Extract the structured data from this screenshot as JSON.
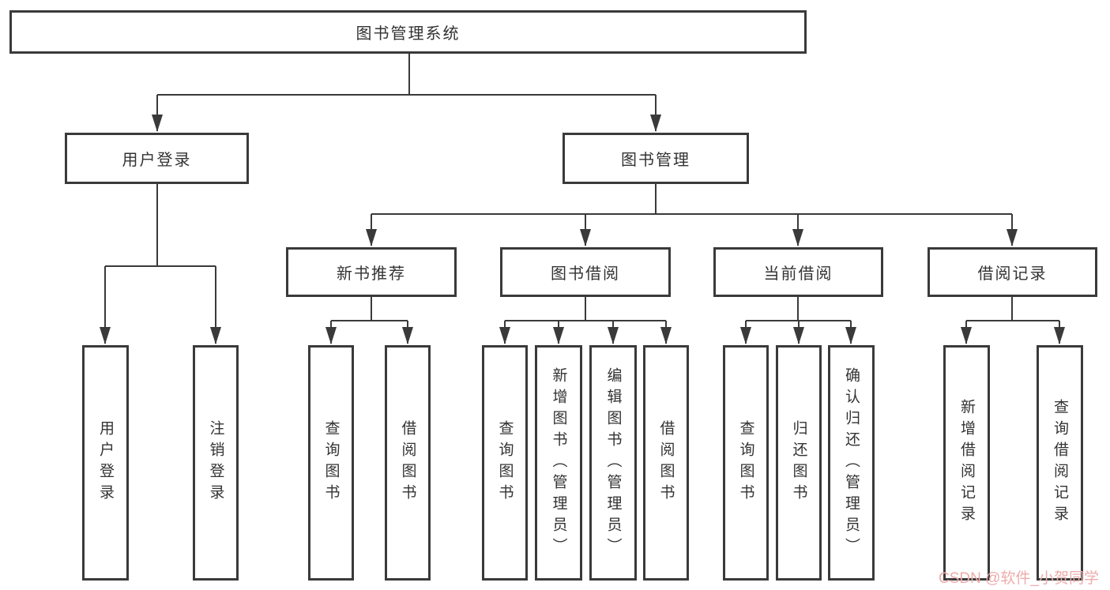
{
  "diagram_title": "图书管理系统",
  "tree": {
    "label": "图书管理系统",
    "children": [
      {
        "label": "用户登录",
        "children": [
          {
            "label": "用户登录"
          },
          {
            "label": "注销登录"
          }
        ]
      },
      {
        "label": "图书管理",
        "children": [
          {
            "label": "新书推荐",
            "children": [
              {
                "label": "查询图书"
              },
              {
                "label": "借阅图书"
              }
            ]
          },
          {
            "label": "图书借阅",
            "children": [
              {
                "label": "查询图书"
              },
              {
                "label": "新增图书（管理员）"
              },
              {
                "label": "编辑图书（管理员）"
              },
              {
                "label": "借阅图书"
              }
            ]
          },
          {
            "label": "当前借阅",
            "children": [
              {
                "label": "查询图书"
              },
              {
                "label": "归还图书"
              },
              {
                "label": "确认归还（管理员）"
              }
            ]
          },
          {
            "label": "借阅记录",
            "children": [
              {
                "label": "新增借阅记录"
              },
              {
                "label": "查询借阅记录"
              }
            ]
          }
        ]
      }
    ]
  },
  "watermark": {
    "text": "CSDN @软件_小贺同学"
  },
  "colors": {
    "line_and_border": "#3a3a3a",
    "text": "#333333",
    "box_fill": "#ffffff",
    "watermark": "#eeacac",
    "background": "#ffffff"
  }
}
